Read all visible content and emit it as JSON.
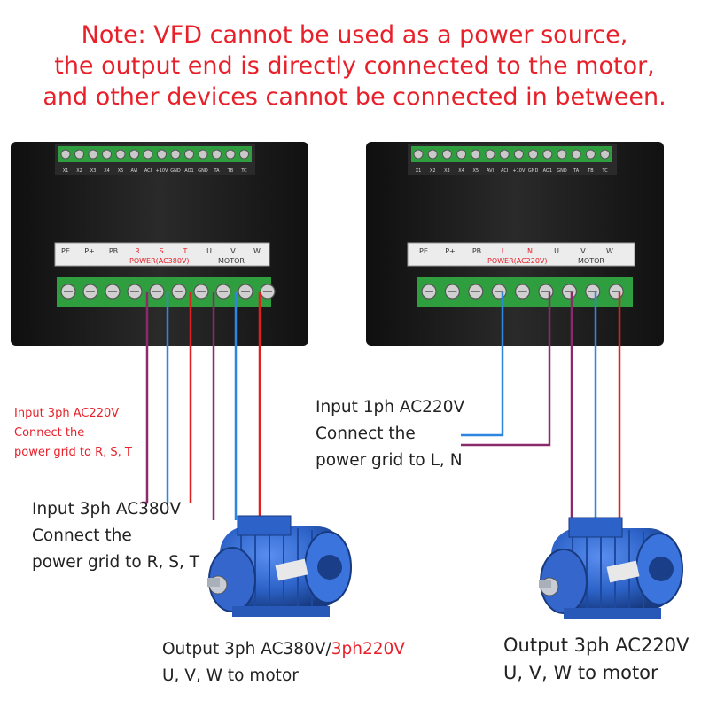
{
  "note": {
    "lines": [
      "Note: VFD cannot be used as a power source,",
      "the output end is directly connected to the motor,",
      "and other devices cannot be connected in between."
    ]
  },
  "control_terminals": [
    "X1",
    "X2",
    "X3",
    "X4",
    "X5",
    "AVI",
    "ACI",
    "+10V",
    "GND",
    "AO1",
    "GND",
    "TA",
    "TB",
    "TC"
  ],
  "left_vfd": {
    "power_terminals": [
      "PE",
      "P+",
      "PB",
      "R",
      "S",
      "T",
      "U",
      "V",
      "W"
    ],
    "power_label": "POWER(AC380V)",
    "motor_label": "MOTOR"
  },
  "right_vfd": {
    "power_terminals": [
      "PE",
      "P+",
      "PB",
      "L",
      "N",
      "U",
      "V",
      "W"
    ],
    "power_label": "POWER(AC220V)",
    "motor_label": "MOTOR"
  },
  "labels": {
    "left_input_220": [
      "Input 3ph AC220V",
      "Connect the",
      "power grid to R, S, T"
    ],
    "left_input_380": [
      "Input 3ph AC380V",
      "Connect the",
      "power grid to R, S, T"
    ],
    "left_output": {
      "part1": "Output 3ph AC380V/",
      "part2": "3ph220V",
      "line2": "U, V, W to motor"
    },
    "right_input": [
      "Input 1ph AC220V",
      "Connect the",
      "power grid to L, N"
    ],
    "right_output": [
      "Output 3ph AC220V",
      "U, V, W to motor"
    ]
  },
  "colors": {
    "note": "#e8202a",
    "wire_red": "#e02020",
    "wire_blue": "#2e86e0",
    "wire_purple": "#8a2a6a",
    "motor": "#2d63c8",
    "vfd_body": "#1c1c1c",
    "terminal_green": "#2f9e3f"
  }
}
